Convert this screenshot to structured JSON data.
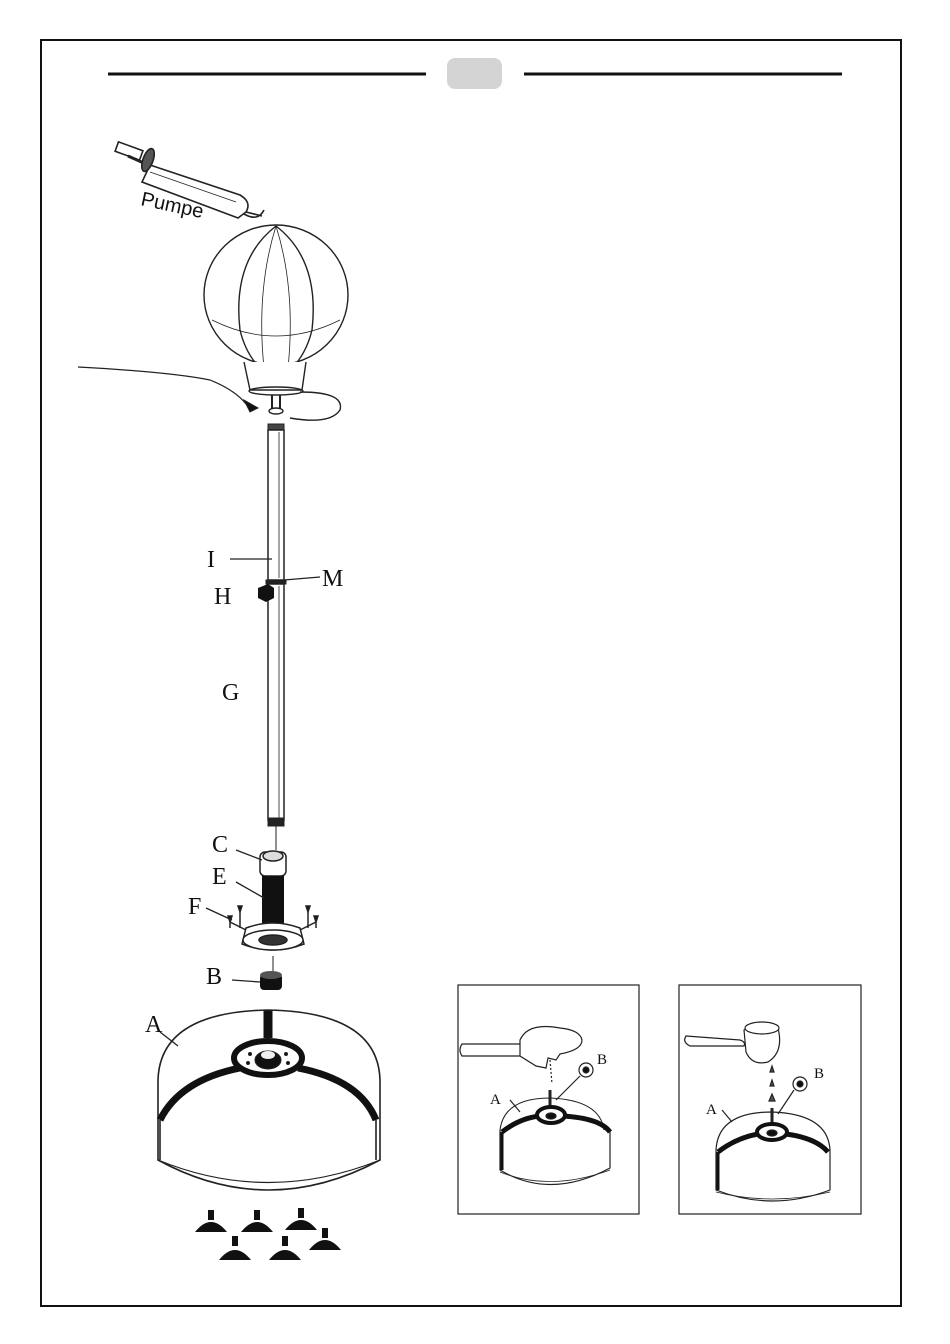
{
  "header": {
    "page_badge": ""
  },
  "main_diagram": {
    "labels": {
      "pump": "Pumpe",
      "I": "I",
      "M": "M",
      "H": "H",
      "G": "G",
      "C": "C",
      "E": "E",
      "F": "F",
      "B": "B",
      "A": "A"
    }
  },
  "inset_left": {
    "labels": {
      "A": "A",
      "B": "B"
    }
  },
  "inset_right": {
    "labels": {
      "A": "A",
      "B": "B"
    }
  }
}
